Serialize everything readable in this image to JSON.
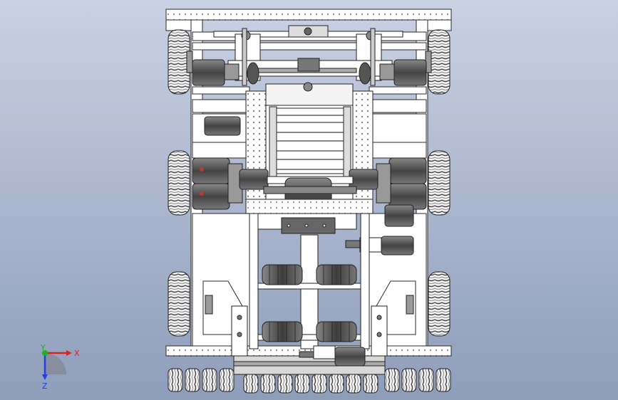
{
  "viewport": {
    "background_top": "#c9d1e3",
    "background_bottom": "#8e9dba"
  },
  "model": {
    "part_fill": "#ffffff",
    "part_stroke": "#2a2a2a",
    "motor_dark": "#4a4a4a",
    "motor_mid": "#7a7a7a",
    "plate_grey": "#b8b8b8",
    "accent_red": "#c0392b"
  },
  "triad": {
    "x_label": "X",
    "y_label": "Y",
    "z_label": "Z",
    "x_color": "#e02020",
    "y_color": "#20b020",
    "z_color": "#2040e0",
    "icons": [
      "coordinate-triad-icon"
    ]
  }
}
